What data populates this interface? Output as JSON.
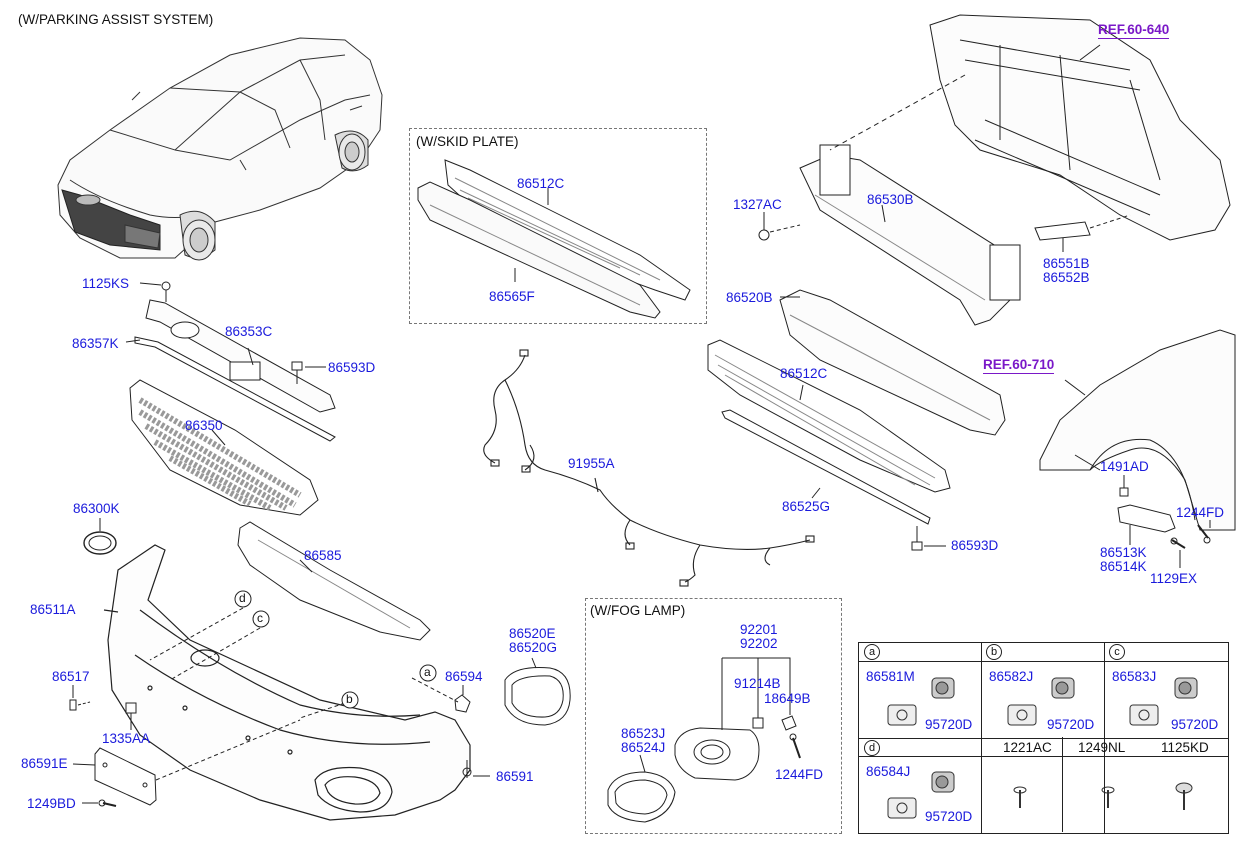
{
  "captions": {
    "parking_assist": "(W/PARKING ASSIST SYSTEM)",
    "skid_plate": "(W/SKID PLATE)",
    "fog_lamp": "(W/FOG LAMP)"
  },
  "references": {
    "ref_60_640": "REF.60-640",
    "ref_60_710": "REF.60-710"
  },
  "part_numbers": {
    "p1125KS": "1125KS",
    "p86357K": "86357K",
    "p86353C": "86353C",
    "p86593D_top": "86593D",
    "p86350": "86350",
    "p86300K": "86300K",
    "p86585": "86585",
    "p86511A": "86511A",
    "p86517": "86517",
    "p1335AA": "1335AA",
    "p86594": "86594",
    "p86591E": "86591E",
    "p86591": "86591",
    "p1249BD": "1249BD",
    "p86512C_skid": "86512C",
    "p86565F": "86565F",
    "p91955A": "91955A",
    "p1327AC": "1327AC",
    "p86530B": "86530B",
    "p86520B": "86520B",
    "p86512C": "86512C",
    "p86525G": "86525G",
    "p86593D_low": "86593D",
    "p86551B": "86551B",
    "p86552B": "86552B",
    "p1491AD": "1491AD",
    "p1244FD_right": "1244FD",
    "p86513K": "86513K",
    "p86514K": "86514K",
    "p1129EX": "1129EX",
    "p86520E": "86520E",
    "p86520G": "86520G",
    "p92201": "92201",
    "p92202": "92202",
    "p91214B": "91214B",
    "p18649B": "18649B",
    "p86523J": "86523J",
    "p86524J": "86524J",
    "p1244FD_fog": "1244FD"
  },
  "callouts": {
    "b": "b",
    "c": "c",
    "d": "d",
    "a": "a"
  },
  "table": {
    "cells": [
      {
        "letter": "a",
        "part1": "86581M",
        "part2": "95720D"
      },
      {
        "letter": "b",
        "part1": "86582J",
        "part2": "95720D"
      },
      {
        "letter": "c",
        "part1": "86583J",
        "part2": "95720D"
      },
      {
        "letter": "d",
        "part1": "86584J",
        "part2": "95720D"
      }
    ],
    "headers": [
      "1221AC",
      "1249NL",
      "1125KD"
    ]
  },
  "colors": {
    "part_link": "#1a1adc",
    "reference": "#7a18c8",
    "line": "#222222"
  }
}
